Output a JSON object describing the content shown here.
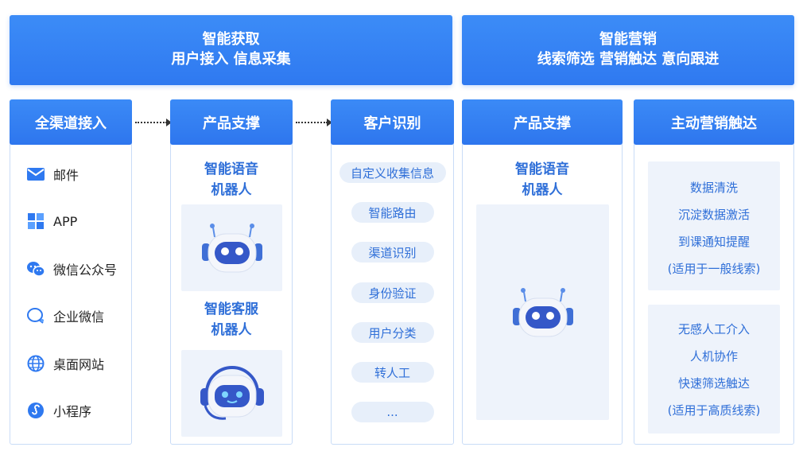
{
  "banners": {
    "left": {
      "line1": "智能获取",
      "line2": "用户接入 信息采集"
    },
    "right": {
      "line1": "智能营销",
      "line2": "线索筛选 营销触达 意向跟进"
    }
  },
  "columns": {
    "channels": {
      "title": "全渠道接入",
      "items": [
        {
          "label": "邮件",
          "icon": "mail-icon"
        },
        {
          "label": "APP",
          "icon": "app-grid-icon"
        },
        {
          "label": "微信公众号",
          "icon": "wechat-icon"
        },
        {
          "label": "企业微信",
          "icon": "wecom-icon"
        },
        {
          "label": "桌面网站",
          "icon": "globe-icon"
        },
        {
          "label": "小程序",
          "icon": "miniprogram-icon"
        }
      ]
    },
    "support1": {
      "title": "产品支撑",
      "bot1": {
        "line1": "智能语音",
        "line2": "机器人"
      },
      "bot2": {
        "line1": "智能客服",
        "line2": "机器人"
      }
    },
    "identify": {
      "title": "客户识别",
      "pills": [
        "自定义收集信息",
        "智能路由",
        "渠道识别",
        "身份验证",
        "用户分类",
        "转人工",
        "..."
      ]
    },
    "support2": {
      "title": "产品支撑",
      "bot": {
        "line1": "智能语音",
        "line2": "机器人"
      }
    },
    "marketing": {
      "title": "主动营销触达",
      "box1": [
        "数据清洗",
        "沉淀数据激活",
        "到课通知提醒",
        "(适用于一般线索)"
      ],
      "box2": [
        "无感人工介入",
        "人机协作",
        "快速筛选触达",
        "(适用于高质线索)"
      ]
    }
  },
  "colors": {
    "primary": "#2f79f0",
    "accent_text": "#2f6fd8",
    "light_bg": "#eef3fb"
  }
}
